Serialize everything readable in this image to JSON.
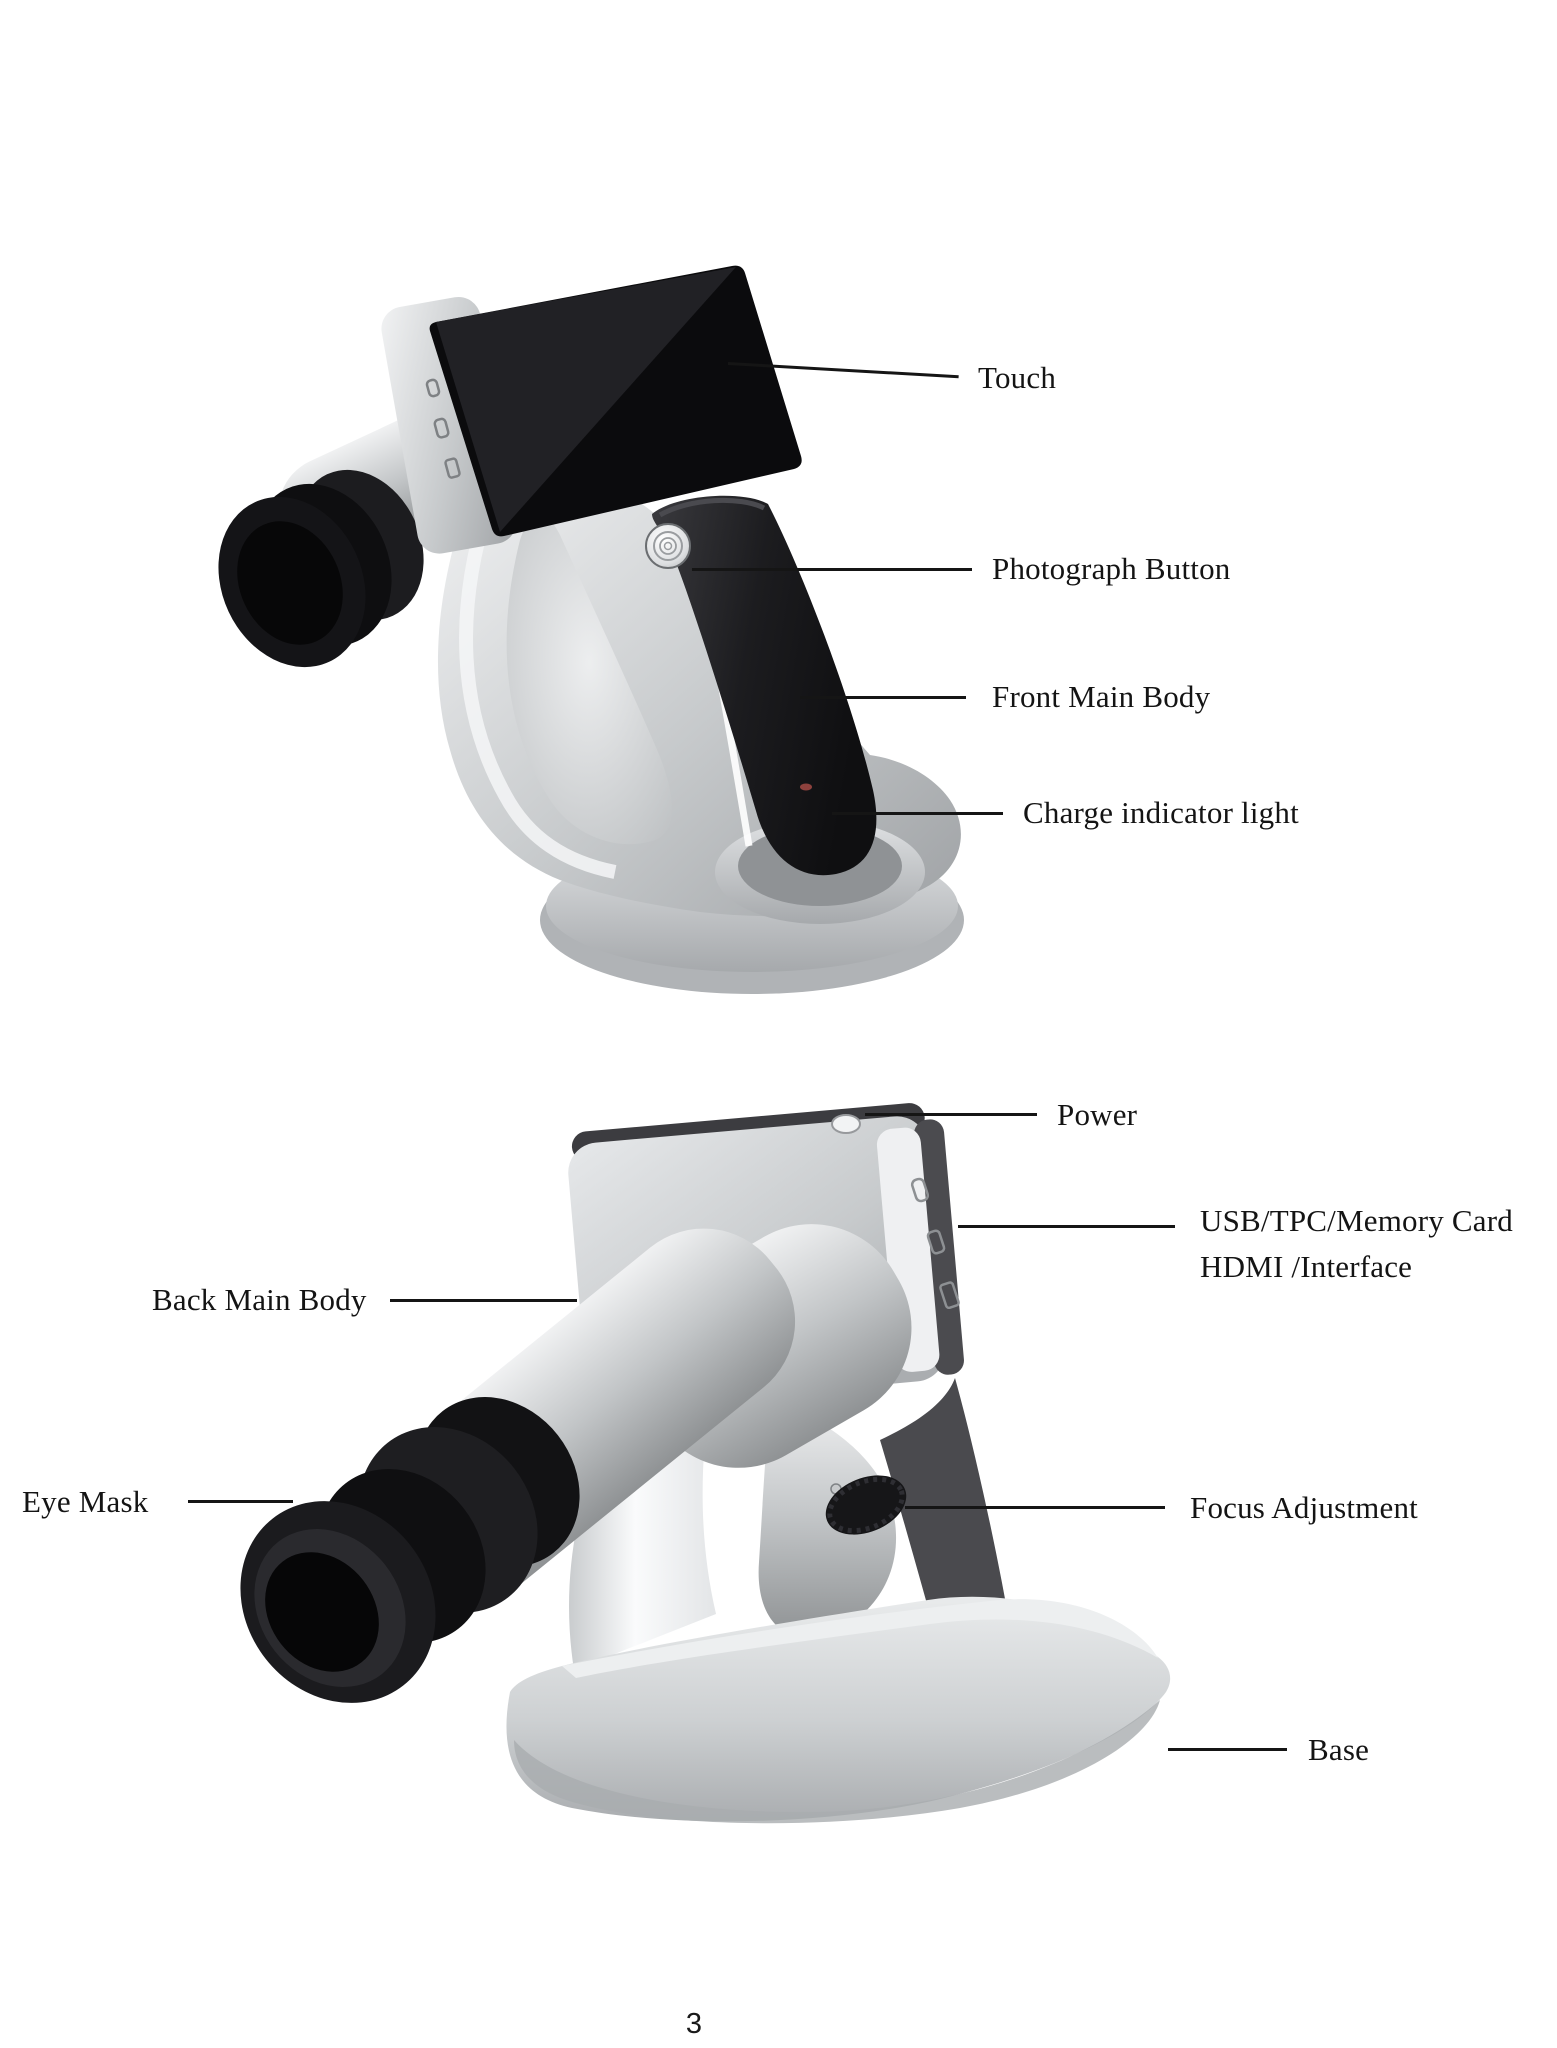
{
  "page": {
    "number": "3"
  },
  "colors": {
    "page_background": "#ffffff",
    "label_text": "#141414",
    "leader_line": "#151515",
    "device_black": "#0e0e10",
    "device_silver": "#c9cbcd",
    "charge_light_red": "#a34a44"
  },
  "figures": {
    "front_view": {
      "callouts": {
        "touch": "Touch",
        "photograph_button": "Photograph Button",
        "front_main_body": "Front Main Body",
        "charge_indicator_light": "Charge indicator light"
      }
    },
    "back_view": {
      "callouts": {
        "power": "Power",
        "interface_line1": "USB/TPC/Memory Card",
        "interface_line2": "HDMI /Interface",
        "back_main_body": "Back Main Body",
        "eye_mask": "Eye Mask",
        "focus_adjustment": "Focus Adjustment",
        "base": "Base"
      }
    }
  }
}
